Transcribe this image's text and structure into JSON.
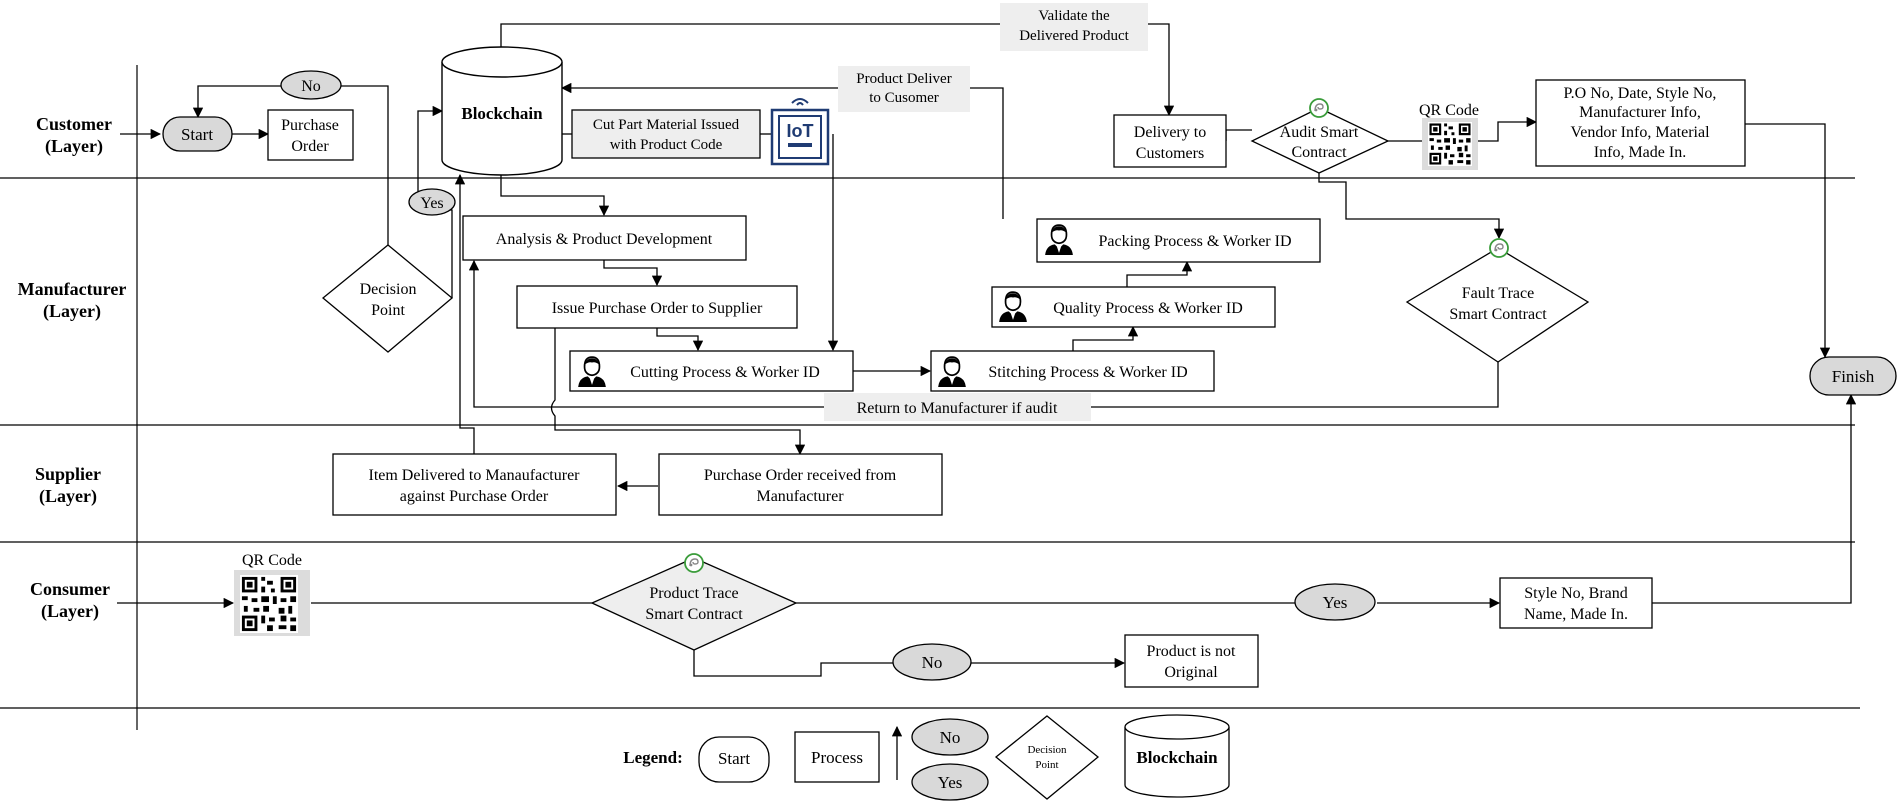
{
  "lanes": [
    {
      "l1": "Customer",
      "l2": "(Layer)"
    },
    {
      "l1": "Manufacturer",
      "l2": "(Layer)"
    },
    {
      "l1": "Supplier",
      "l2": "(Layer)"
    },
    {
      "l1": "Consumer",
      "l2": "(Layer)"
    }
  ],
  "terminals": {
    "start": "Start",
    "finish": "Finish"
  },
  "database": {
    "blockchain": "Blockchain"
  },
  "processes": {
    "purchase_order": [
      "Purchase",
      "Order"
    ],
    "cut_part": [
      "Cut Part Material Issued",
      "with Product Code"
    ],
    "delivery_customers": [
      "Delivery to",
      "Customers"
    ],
    "po_info": [
      "P.O No, Date, Style No,",
      "Manufacturer  Info,",
      "Vendor Info, Material",
      "Info, Made In."
    ],
    "analysis": "Analysis & Product Development",
    "issue_po": "Issue Purchase Order to Supplier",
    "cutting": "Cutting Process & Worker ID",
    "stitching": "Stitching Process & Worker ID",
    "quality": "Quality Process & Worker ID",
    "packing": "Packing Process & Worker ID",
    "item_delivered": [
      "Item Delivered to Manaufacturer",
      "against Purchase Order"
    ],
    "po_received": [
      "Purchase Order received from",
      "Manufacturer"
    ],
    "style_brand": [
      "Style No, Brand",
      "Name, Made In."
    ],
    "not_original": [
      "Product is not",
      "Original"
    ]
  },
  "decisions": {
    "decision_point": [
      "Decision",
      "Point"
    ],
    "audit": [
      "Audit Smart",
      "Contract"
    ],
    "fault_trace": [
      "Fault Trace",
      "Smart Contract"
    ],
    "product_trace": [
      "Product Trace",
      "Smart Contract"
    ]
  },
  "ovals": {
    "no_top": "No",
    "yes_left": "Yes",
    "yes_consumer": "Yes",
    "no_consumer": "No"
  },
  "annotations": {
    "validate": [
      "Validate the",
      "Delivered Product"
    ],
    "deliver_customer": [
      "Product Deliver",
      "to Cusomer"
    ],
    "return_manufacturer": "Return to Manufacturer if audit"
  },
  "qr_labels": {
    "customer": "QR Code",
    "consumer": "QR Code"
  },
  "iot_label": "IoT",
  "legend": {
    "title": "Legend:",
    "start": "Start",
    "process": "Process",
    "no": "No",
    "yes": "Yes",
    "decision": [
      "Decision",
      "Point"
    ],
    "blockchain": "Blockchain"
  },
  "colors": {
    "line": "#000000",
    "oval_fill": "#d9d9d9",
    "label_bg": "#eeeeee",
    "iot_blue": "#1f3b73",
    "seal_green": "#3a9c3a"
  }
}
